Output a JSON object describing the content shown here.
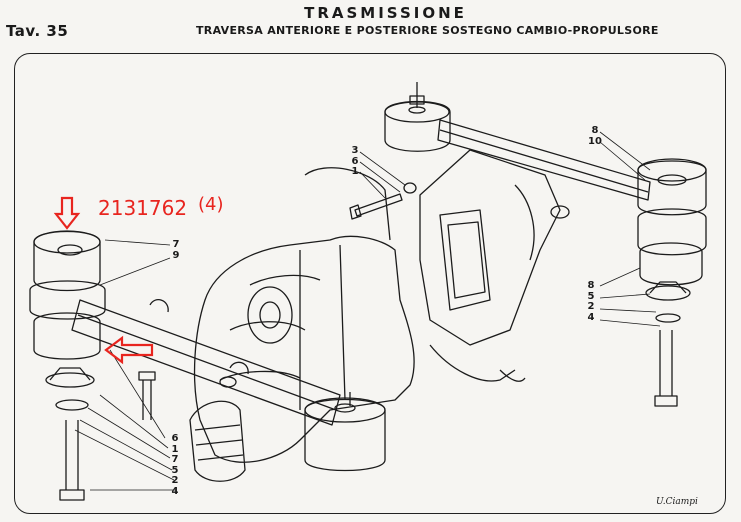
{
  "header": {
    "plate": "Tav. 35",
    "title": "TRASMISSIONE",
    "subtitle": "TRAVERSA ANTERIORE E POSTERIORE SOSTEGNO CAMBIO-PROPULSORE"
  },
  "annotation": {
    "part_number": "2131762",
    "quantity": "(4)",
    "color": "#e8251f"
  },
  "callouts": {
    "rear_top": [
      "3",
      "6",
      "1"
    ],
    "rear_right_top": [
      "8",
      "10"
    ],
    "rear_right_bottom": [
      "8",
      "5",
      "2",
      "4"
    ],
    "front_top": [
      "7",
      "9"
    ],
    "front_bottom": [
      "6",
      "1",
      "7",
      "5",
      "2",
      "4"
    ]
  },
  "signature": "U.Ciampi"
}
